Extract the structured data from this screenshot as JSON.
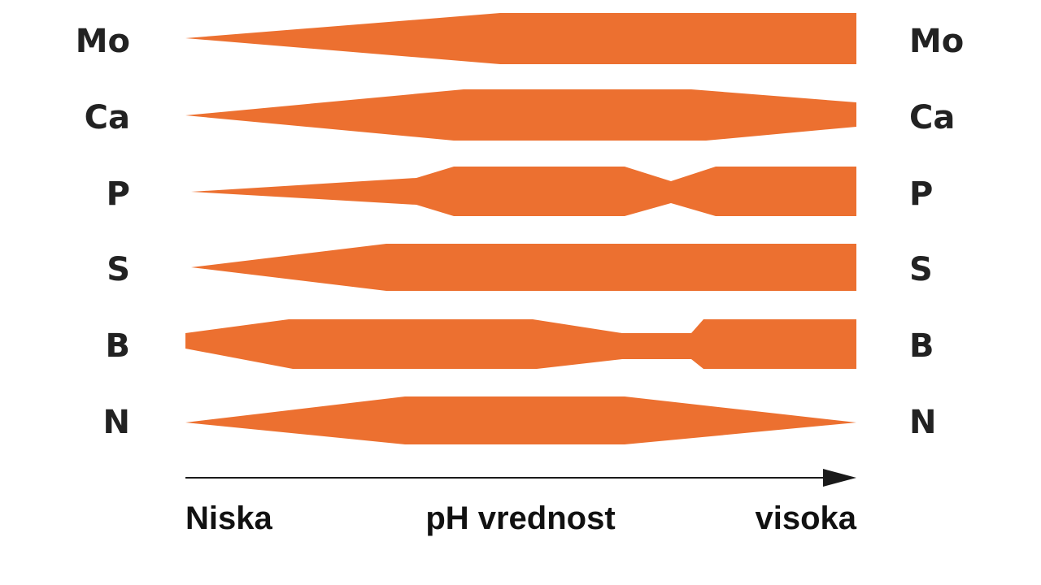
{
  "colors": {
    "band": "#ec7030",
    "text": "#222222",
    "axis": "#1a1a1a"
  },
  "rows": [
    {
      "element": "Mo"
    },
    {
      "element": "Ca"
    },
    {
      "element": "P"
    },
    {
      "element": "S"
    },
    {
      "element": "B"
    },
    {
      "element": "N"
    }
  ],
  "axis": {
    "low_label": "Niska",
    "title": "pH vrednost",
    "high_label": "visoka"
  }
}
